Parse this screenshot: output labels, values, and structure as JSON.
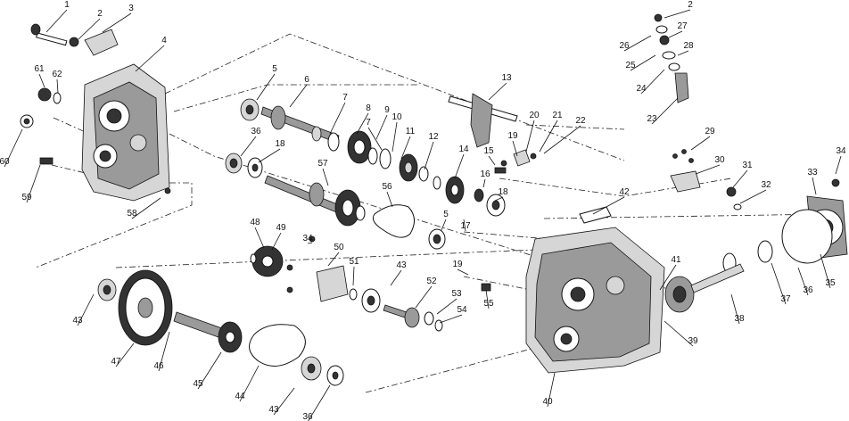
{
  "callouts": [
    "1",
    "2",
    "3",
    "4",
    "5",
    "6",
    "7",
    "8",
    "9",
    "7",
    "10",
    "11",
    "12",
    "13",
    "14",
    "15",
    "16",
    "17",
    "18",
    "19",
    "20",
    "21",
    "22",
    "2",
    "26",
    "27",
    "25",
    "28",
    "24",
    "23",
    "29",
    "30",
    "31",
    "32",
    "33",
    "34",
    "35",
    "36",
    "37",
    "38",
    "39",
    "40",
    "41",
    "42",
    "43",
    "44",
    "45",
    "46",
    "47",
    "48",
    "49",
    "34",
    "50",
    "51",
    "43",
    "52",
    "53",
    "54",
    "55",
    "56",
    "57",
    "58",
    "59",
    "60",
    "61",
    "62",
    "36",
    "18",
    "5",
    "19",
    "43",
    "36"
  ]
}
